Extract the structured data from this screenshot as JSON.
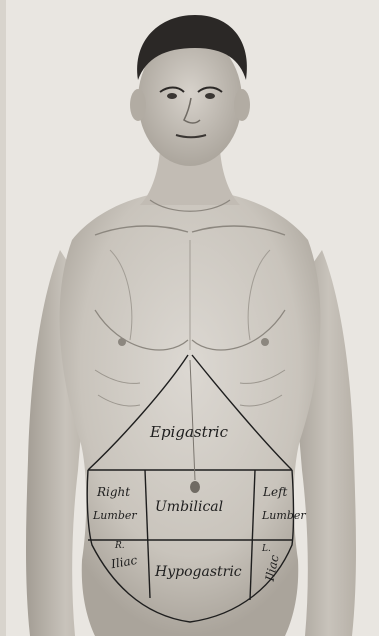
{
  "figure": {
    "description_colors": {
      "background": "#e9e6e1",
      "skin": "#cfcac3",
      "shadow": "#8c877f",
      "hair": "#2b2826",
      "ink": "#1e1e1e"
    },
    "regions": {
      "epigastric": "Epigastric",
      "umbilical": "Umbilical",
      "hypogastric": "Hypogastric",
      "right_lumbar_line1": "Right",
      "right_lumbar_line2": "Lumber",
      "left_lumbar_line1": "Left",
      "left_lumbar_line2": "Lumber",
      "right_iliac_line1": "R.",
      "right_iliac_line2": "Iliac",
      "left_iliac_line1": "L.",
      "left_iliac_line2": "Iliac"
    }
  }
}
